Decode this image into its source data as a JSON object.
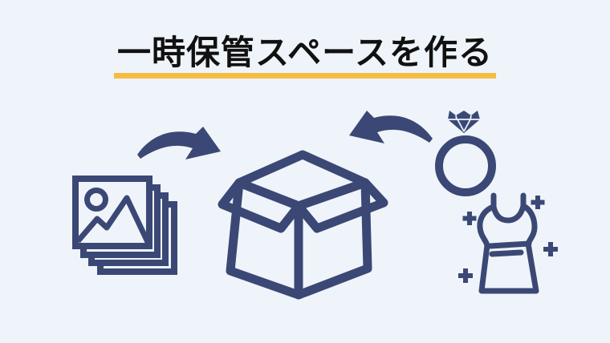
{
  "page": {
    "title": "一時保管スペースを作る"
  },
  "colors": {
    "background": "#eef4f9",
    "ink": "#3b4875",
    "underline": "#f6bc42",
    "title": "#111111"
  },
  "illustration": {
    "items": [
      {
        "id": "photo-stack-icon",
        "label": "stack of photos"
      },
      {
        "id": "curved-arrow-left",
        "label": "arrow from photos into box"
      },
      {
        "id": "open-box-icon",
        "label": "open storage box"
      },
      {
        "id": "curved-arrow-right",
        "label": "arrow from ring into box"
      },
      {
        "id": "diamond-ring-icon",
        "label": "diamond ring"
      },
      {
        "id": "dress-icon",
        "label": "dress with sparkles"
      }
    ]
  }
}
